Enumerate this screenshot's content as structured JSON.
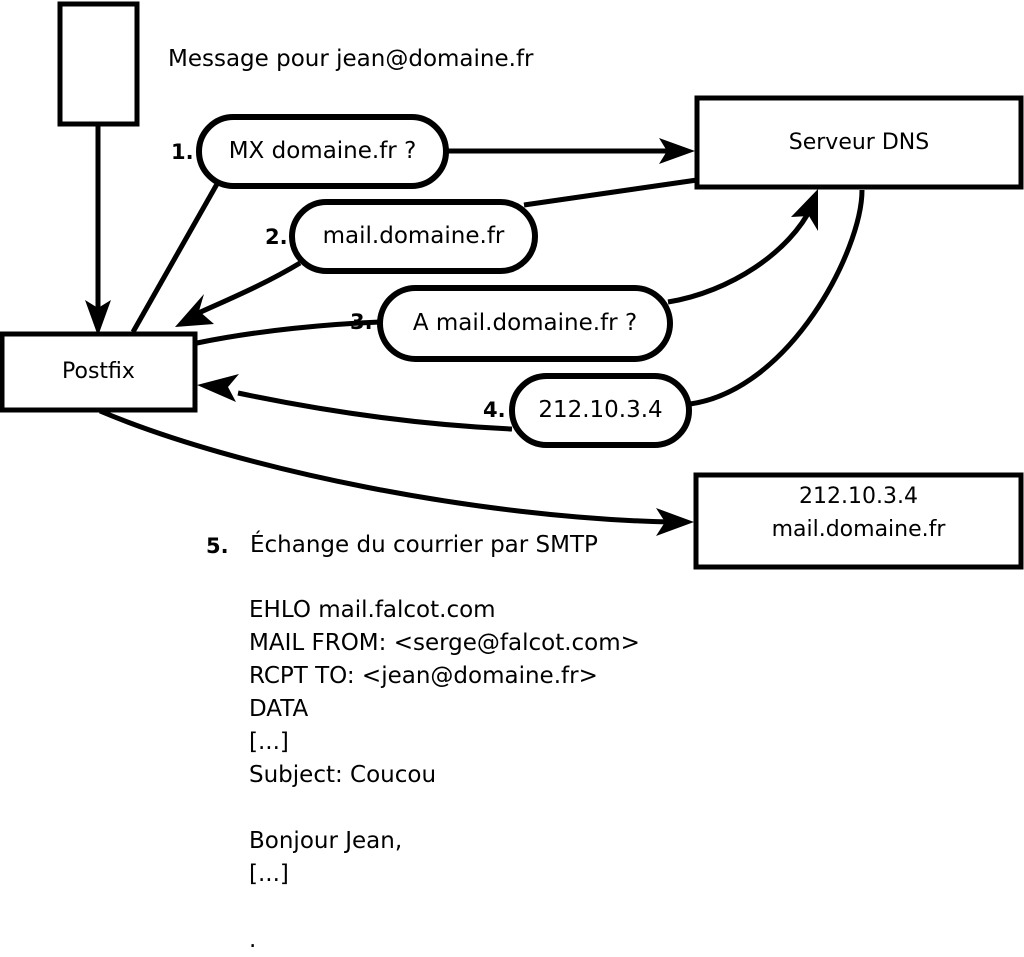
{
  "title_text": "Message pour jean@domaine.fr",
  "nodes": {
    "client_box": {
      "label": ""
    },
    "postfix_box": {
      "label": "Postfix"
    },
    "dns_box": {
      "label": "Serveur DNS"
    },
    "mail_server_box": {
      "line1": "212.10.3.4",
      "line2": "mail.domaine.fr"
    }
  },
  "steps": [
    {
      "num": "1.",
      "bubble": "MX domaine.fr ?"
    },
    {
      "num": "2.",
      "bubble": "mail.domaine.fr"
    },
    {
      "num": "3.",
      "bubble": "A mail.domaine.fr ?"
    },
    {
      "num": "4.",
      "bubble": "212.10.3.4"
    }
  ],
  "step5": {
    "num": "5.",
    "text": "Échange du courrier par SMTP"
  },
  "smtp_transcript": [
    "EHLO mail.falcot.com",
    "MAIL FROM: <serge@falcot.com>",
    "RCPT TO: <jean@domaine.fr>",
    "DATA",
    "[...]",
    "Subject: Coucou",
    "",
    "Bonjour Jean,",
    "[...]",
    "",
    "."
  ],
  "colors": {
    "stroke": "#000000",
    "fill": "#ffffff",
    "text": "#000000"
  }
}
